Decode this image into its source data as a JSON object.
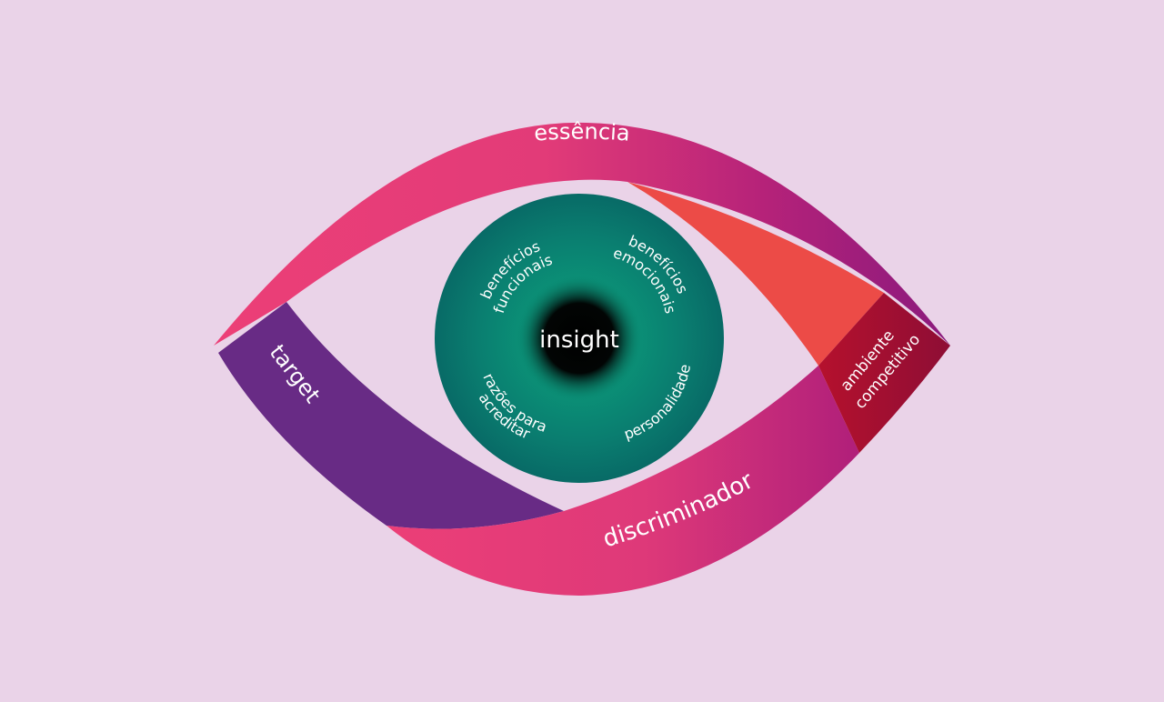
{
  "diagram": {
    "center_label": "insight",
    "iris_labels": {
      "top_left": [
        "benefícios",
        "funcionais"
      ],
      "top_right": [
        "benefícios",
        "emocionais"
      ],
      "bottom_left": [
        "razões para",
        "acreditar"
      ],
      "bottom_right": "personalidade"
    },
    "bands": {
      "top": "essência",
      "left": "target",
      "bottom": "discriminador",
      "right": [
        "ambiente",
        "competitivo"
      ]
    }
  },
  "colors": {
    "background": "#ead3e8",
    "pink": "#e83f79",
    "magenta": "#a81f7a",
    "purple": "#682b85",
    "coral": "#ec4b47",
    "crimson": "#a8102f",
    "teal_dark": "#086a66",
    "teal_light": "#0a8b75",
    "pupil": "#000000"
  }
}
